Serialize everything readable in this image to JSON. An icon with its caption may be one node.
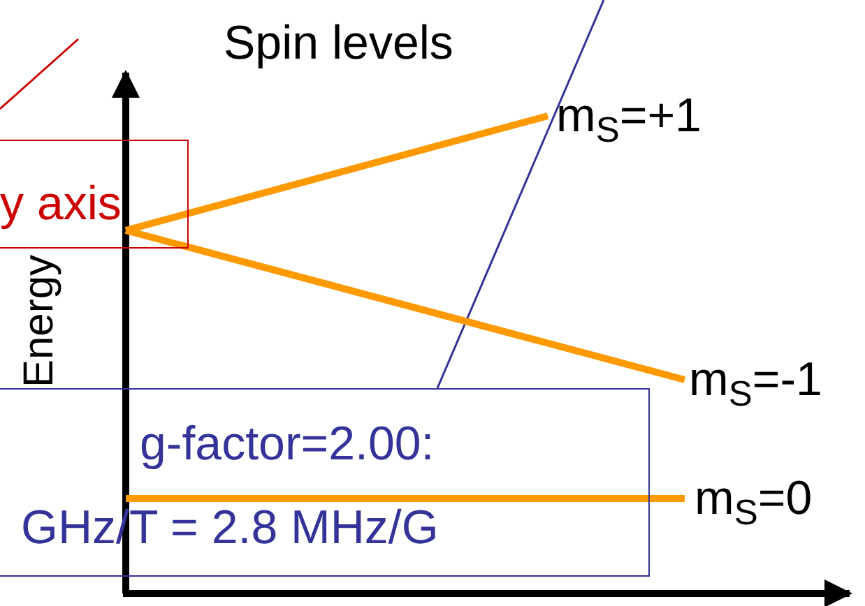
{
  "diagram": {
    "title": "Spin levels",
    "nodes": [
      {
        "text": [
          "y axis"
        ]
      },
      {
        "text": [
          "g-factor=2.00:",
          "GHz/T = 2.8 MHz/G"
        ]
      }
    ],
    "labels": [
      "Energy",
      "m$_{S}$=+1",
      "m$_{S}$=-1",
      "m$_{S}$=0"
    ]
  }
}
